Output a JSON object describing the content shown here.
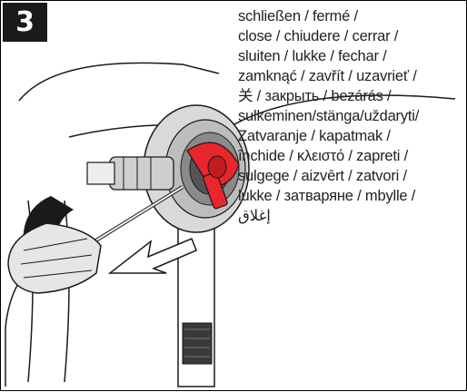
{
  "step": {
    "number": "3"
  },
  "instruction_lines": [
    "schließen / fermé /",
    "close / chiudere / cerrar /",
    "sluiten / lukke / fechar /",
    "zamknąć / zavřít / uzavrieť /",
    "关 / закрыть / bezárás /",
    "sulkeminen/stänga/uždaryti/",
    "Zatvaranje / kapatmak /",
    "închide / κλειστό / zapreti /",
    "sulgege / aizvērt / zatvori /",
    "lukke / затваряне / mbylle /",
    "إغلاق"
  ],
  "colors": {
    "valve_knob": "#e8262b",
    "line": "#1a1a1a",
    "badge_bg": "#1a1a1a",
    "badge_text": "#ffffff"
  },
  "icons": [
    "screwdriver-icon",
    "valve-knob-icon",
    "pointing-arrow-icon"
  ]
}
